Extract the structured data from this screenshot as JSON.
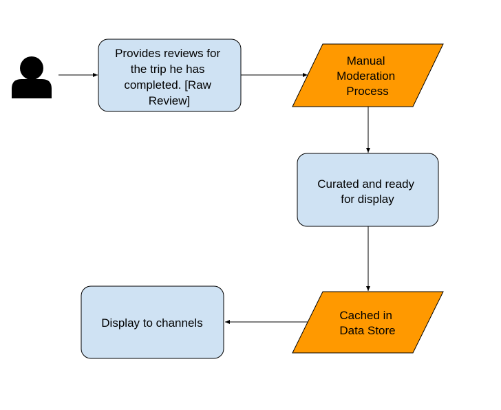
{
  "diagram": {
    "actor": {
      "icon": "user-icon"
    },
    "nodes": {
      "raw_review": {
        "shape": "rounded-rectangle",
        "lines": [
          "Provides reviews for",
          "the trip he has",
          "completed. [Raw",
          "Review]"
        ]
      },
      "manual_moderation": {
        "shape": "parallelogram",
        "lines": [
          "Manual",
          "Moderation",
          "Process"
        ]
      },
      "curated": {
        "shape": "rounded-rectangle",
        "lines": [
          "Curated and ready",
          "for display"
        ]
      },
      "cached": {
        "shape": "parallelogram",
        "lines": [
          "Cached in",
          "Data Store"
        ]
      },
      "display": {
        "shape": "rounded-rectangle",
        "lines": [
          "Display to channels"
        ]
      }
    },
    "edges": [
      {
        "from": "actor",
        "to": "raw_review"
      },
      {
        "from": "raw_review",
        "to": "manual_moderation"
      },
      {
        "from": "manual_moderation",
        "to": "curated"
      },
      {
        "from": "curated",
        "to": "cached"
      },
      {
        "from": "cached",
        "to": "display"
      }
    ],
    "colors": {
      "process_fill": "#cfe2f3",
      "io_fill": "#ff9900",
      "stroke": "#000000",
      "edge": "#000000",
      "icon": "#000000"
    }
  }
}
